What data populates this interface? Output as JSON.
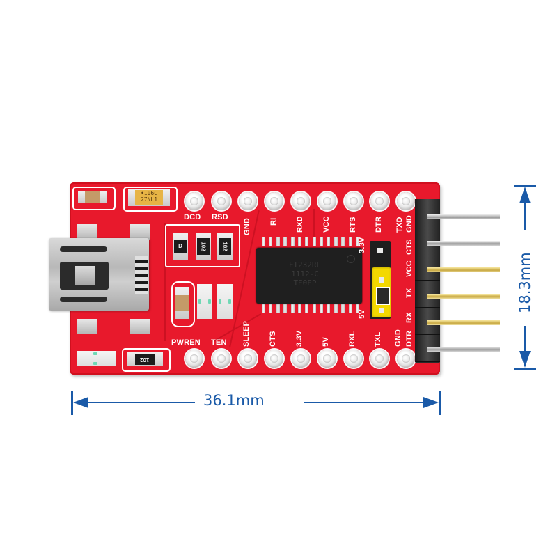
{
  "product": {
    "type": "FTDI USB to TTL serial adapter board",
    "board_color": "#e8192c",
    "accent_dimension_color": "#1a5aa8"
  },
  "dimensions": {
    "width_label": "36.1mm",
    "height_label": "18.3mm"
  },
  "top_pins": [
    {
      "label": "DCD"
    },
    {
      "label": "RSD"
    },
    {
      "label": "GND"
    },
    {
      "label": "RI"
    },
    {
      "label": "RXD"
    },
    {
      "label": "VCC"
    },
    {
      "label": "RTS"
    },
    {
      "label": "DTR"
    },
    {
      "label": "TXD"
    }
  ],
  "bottom_pins": [
    {
      "label": "PWREN"
    },
    {
      "label": "TEN"
    },
    {
      "label": "SLEEP"
    },
    {
      "label": "CTS"
    },
    {
      "label": "3.3V"
    },
    {
      "label": "5V"
    },
    {
      "label": "RXL"
    },
    {
      "label": "TXL"
    },
    {
      "label": "GND"
    }
  ],
  "header_pins": [
    {
      "label": "GND"
    },
    {
      "label": "CTS"
    },
    {
      "label": "VCC"
    },
    {
      "label": "TX"
    },
    {
      "label": "RX"
    },
    {
      "label": "DTR"
    }
  ],
  "jumper": {
    "top_label": "3.3V",
    "bottom_label": "5V",
    "cap_color": "#f3d800"
  },
  "components": {
    "tantalum_cap": {
      "line1": "•106C",
      "line2": "27NL1"
    },
    "resistors": [
      {
        "marking": "D"
      },
      {
        "marking": "102"
      },
      {
        "marking": "102"
      }
    ],
    "bottom_resistor": {
      "marking": "102"
    },
    "ic": {
      "line1": "FT232RL",
      "line2": "1112-C",
      "line3": "TE0EP"
    }
  }
}
